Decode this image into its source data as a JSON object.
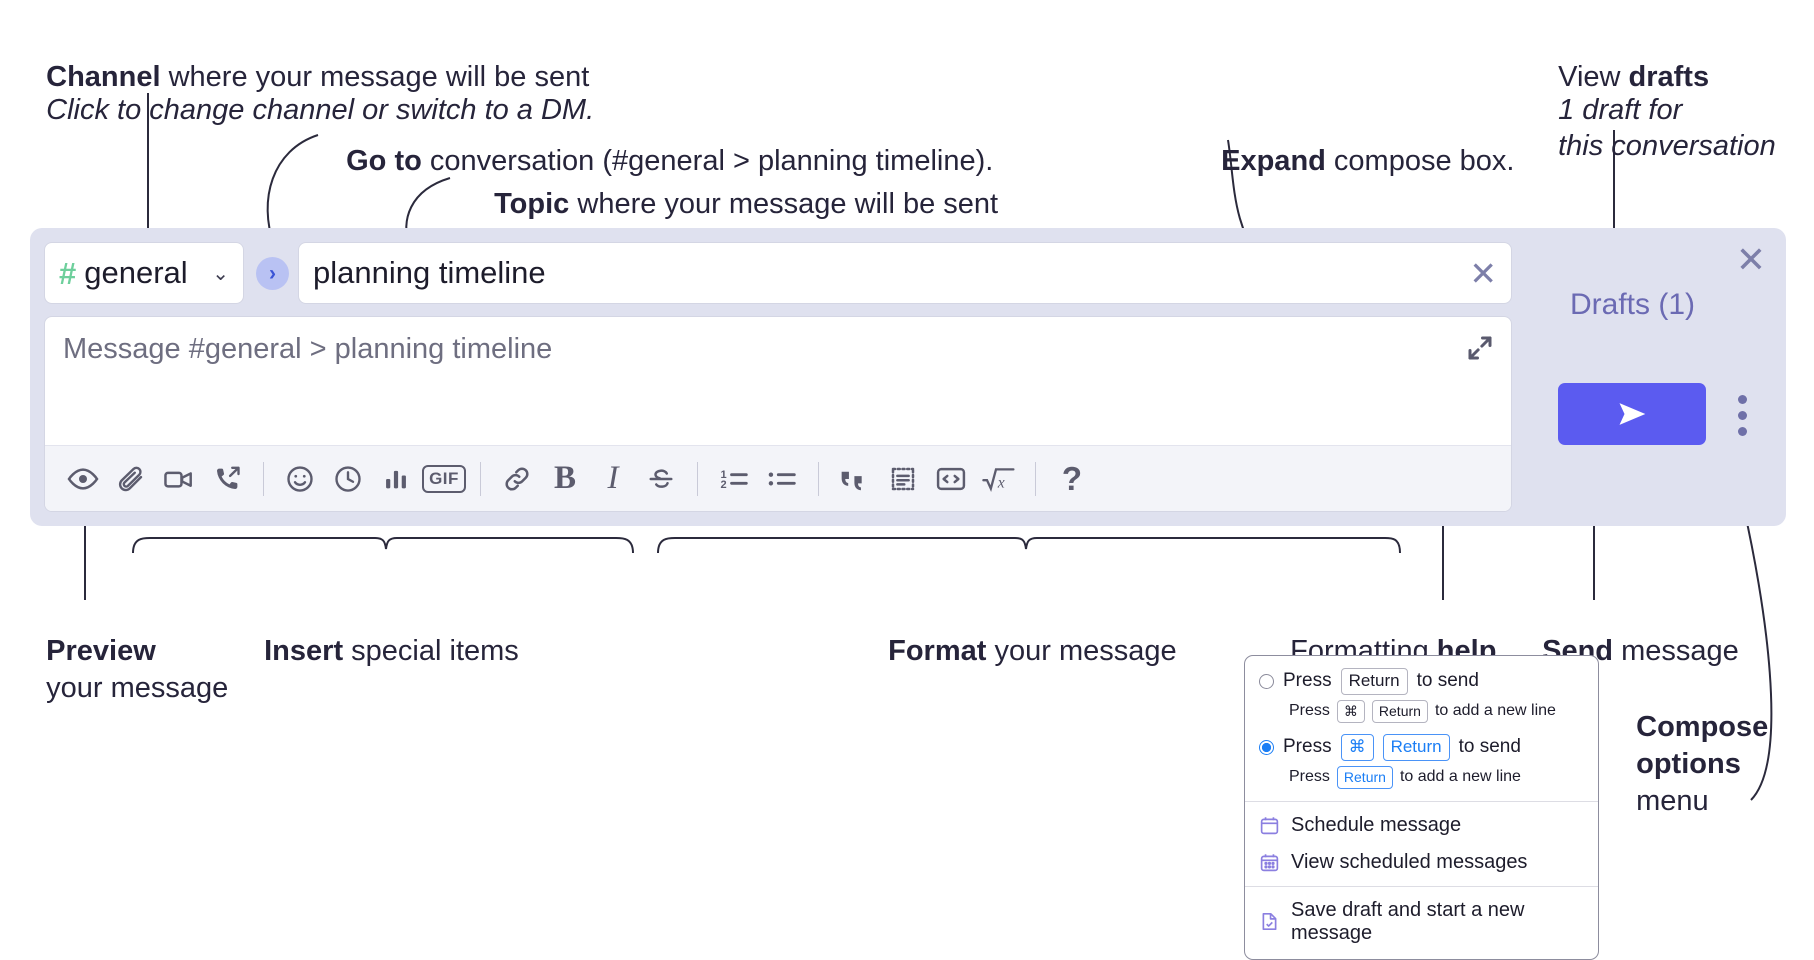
{
  "annotations": {
    "channel": {
      "lead": "Channel",
      "rest": " where your message will be sent",
      "sub": "Click to change channel or switch to a DM."
    },
    "goto": {
      "lead": "Go to",
      "rest": " conversation (#general > planning timeline)."
    },
    "topic": {
      "lead": "Topic",
      "rest": " where your message will be sent"
    },
    "expand": {
      "lead": "Expand",
      "rest": " compose box."
    },
    "drafts": {
      "lead": "View ",
      "bold": "drafts",
      "sub1": "1 draft for",
      "sub2": "this conversation"
    },
    "preview": {
      "lead": "Preview",
      "sub": "your message"
    },
    "insert": {
      "lead": "Insert",
      "rest": " special items"
    },
    "format": {
      "lead": "Format",
      "rest": " your message"
    },
    "formatting_help": {
      "lead": "Formatting ",
      "bold": "help"
    },
    "send": {
      "lead": "Send",
      "rest": " message"
    },
    "compose_options": {
      "line1": "Compose",
      "line2": "options",
      "line3": "menu"
    }
  },
  "compose": {
    "channel": {
      "hash": "#",
      "name": "general",
      "chevron": "⌄"
    },
    "goto_glyph": "›",
    "topic": {
      "value": "planning timeline",
      "clear_glyph": "✕"
    },
    "message": {
      "placeholder": "Message #general > planning timeline"
    },
    "drafts": {
      "label": "Drafts (1)",
      "close_glyph": "✕"
    },
    "send": {
      "glyph": "➤"
    },
    "toolbar": [
      {
        "name": "preview-icon",
        "label": "Preview"
      },
      {
        "name": "attachment-icon",
        "label": "Attach file"
      },
      {
        "name": "video-icon",
        "label": "Record video clip"
      },
      {
        "name": "call-icon",
        "label": "Start a call"
      },
      {
        "name": "separator",
        "label": ""
      },
      {
        "name": "emoji-icon",
        "label": "Emoji"
      },
      {
        "name": "clock-icon",
        "label": "Reminder"
      },
      {
        "name": "poll-icon",
        "label": "Poll"
      },
      {
        "name": "gif-icon",
        "label": "GIF"
      },
      {
        "name": "separator",
        "label": ""
      },
      {
        "name": "link-icon",
        "label": "Link"
      },
      {
        "name": "bold-icon",
        "label": "B"
      },
      {
        "name": "italic-icon",
        "label": "I"
      },
      {
        "name": "strikethrough-icon",
        "label": "Strikethrough"
      },
      {
        "name": "separator",
        "label": ""
      },
      {
        "name": "ordered-list-icon",
        "label": "Ordered list"
      },
      {
        "name": "bulleted-list-icon",
        "label": "Bulleted list"
      },
      {
        "name": "separator",
        "label": ""
      },
      {
        "name": "blockquote-icon",
        "label": "Blockquote"
      },
      {
        "name": "code-block-icon",
        "label": "Code block"
      },
      {
        "name": "inline-code-icon",
        "label": "Inline code"
      },
      {
        "name": "math-icon",
        "label": "Math"
      },
      {
        "name": "separator",
        "label": ""
      },
      {
        "name": "help-icon",
        "label": "?"
      }
    ]
  },
  "options_menu": {
    "radio1": {
      "selected": false,
      "press": "Press",
      "key": "Return",
      "tail": "to send",
      "sub_press": "Press",
      "sub_key1": "⌘",
      "sub_key2": "Return",
      "sub_tail": "to add a new line"
    },
    "radio2": {
      "selected": true,
      "press": "Press",
      "key1": "⌘",
      "key2": "Return",
      "tail": "to send",
      "sub_press": "Press",
      "sub_key": "Return",
      "sub_tail": "to add a new line"
    },
    "items": [
      {
        "icon": "calendar-icon",
        "label": "Schedule message"
      },
      {
        "icon": "calendar-grid-icon",
        "label": "View scheduled messages"
      },
      {
        "icon": "file-check-icon",
        "label": "Save draft and start a new message"
      }
    ]
  },
  "colors": {
    "panel_bg": "#dfe1ef",
    "accent_purple": "#5b5bf0",
    "drafts_text": "#6b6ab3",
    "hash_green": "#6ecf9c",
    "goto_blue": "#b9c2f3",
    "radio_blue": "#1b7ef5",
    "menu_icon_purple": "#8b7fe0"
  }
}
